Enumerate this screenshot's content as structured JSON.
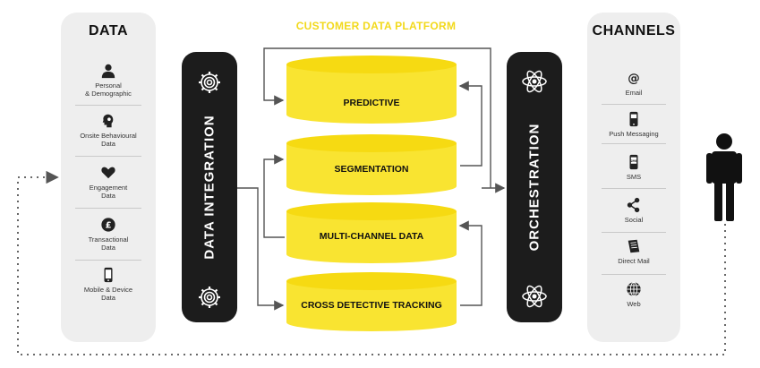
{
  "data_panel": {
    "title": "DATA",
    "items": [
      {
        "icon": "person-icon",
        "line1": "Personal",
        "line2": "& Demographic"
      },
      {
        "icon": "head-icon",
        "line1": "Onsite Behavioural",
        "line2": "Data"
      },
      {
        "icon": "heart-icon",
        "line1": "Engagement",
        "line2": "Data"
      },
      {
        "icon": "pound-coin-icon",
        "line1": "Transactional",
        "line2": "Data"
      },
      {
        "icon": "mobile-icon",
        "line1": "Mobile & Device",
        "line2": "Data"
      }
    ]
  },
  "data_integration": {
    "label": "DATA INTEGRATION"
  },
  "platform": {
    "title": "CUSTOMER DATA PLATFORM",
    "layers": [
      "PREDICTIVE",
      "SEGMENTATION",
      "MULTI-CHANNEL DATA",
      "CROSS DETECTIVE TRACKING"
    ],
    "color": "#f9e431"
  },
  "orchestration": {
    "label": "ORCHESTRATION"
  },
  "channels_panel": {
    "title": "CHANNELS",
    "items": [
      {
        "icon": "at-icon",
        "label": "Email"
      },
      {
        "icon": "phone-message-icon",
        "label": "Push Messaging"
      },
      {
        "icon": "sms-icon",
        "label": "SMS"
      },
      {
        "icon": "share-icon",
        "label": "Social"
      },
      {
        "icon": "mail-icon",
        "label": "Direct Mail"
      },
      {
        "icon": "globe-icon",
        "label": "Web"
      }
    ]
  }
}
